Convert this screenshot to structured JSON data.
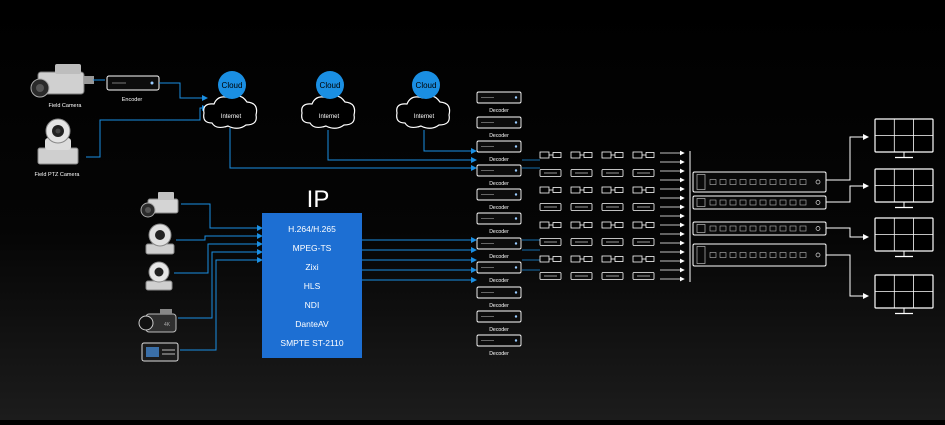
{
  "colors": {
    "accent": "#1a8fe3",
    "panel": "#1d6fd3",
    "line_white": "#ffffff",
    "background": "#000000"
  },
  "sources": {
    "field_camera": "Field Camera",
    "encoder": "Encoder",
    "field_ptz_camera": "Field PTZ Camera"
  },
  "clouds": [
    {
      "badge": "Cloud",
      "label": "Internet"
    },
    {
      "badge": "Cloud",
      "label": "Internet"
    },
    {
      "badge": "Cloud",
      "label": "Internet"
    }
  ],
  "ip_hub": {
    "title": "IP",
    "protocols": [
      "H.264/H.265",
      "MPEG-TS",
      "Zixi",
      "HLS",
      "NDI",
      "DanteAV",
      "SMPTE ST-2110"
    ]
  },
  "decoder_label": "Decoder",
  "local_sources": [
    {
      "icon": "broadcast-camera-icon"
    },
    {
      "icon": "ptz-camera-icon"
    },
    {
      "icon": "ptz-camera-icon"
    },
    {
      "icon": "camcorder-icon"
    },
    {
      "icon": "recorder-icon"
    }
  ]
}
